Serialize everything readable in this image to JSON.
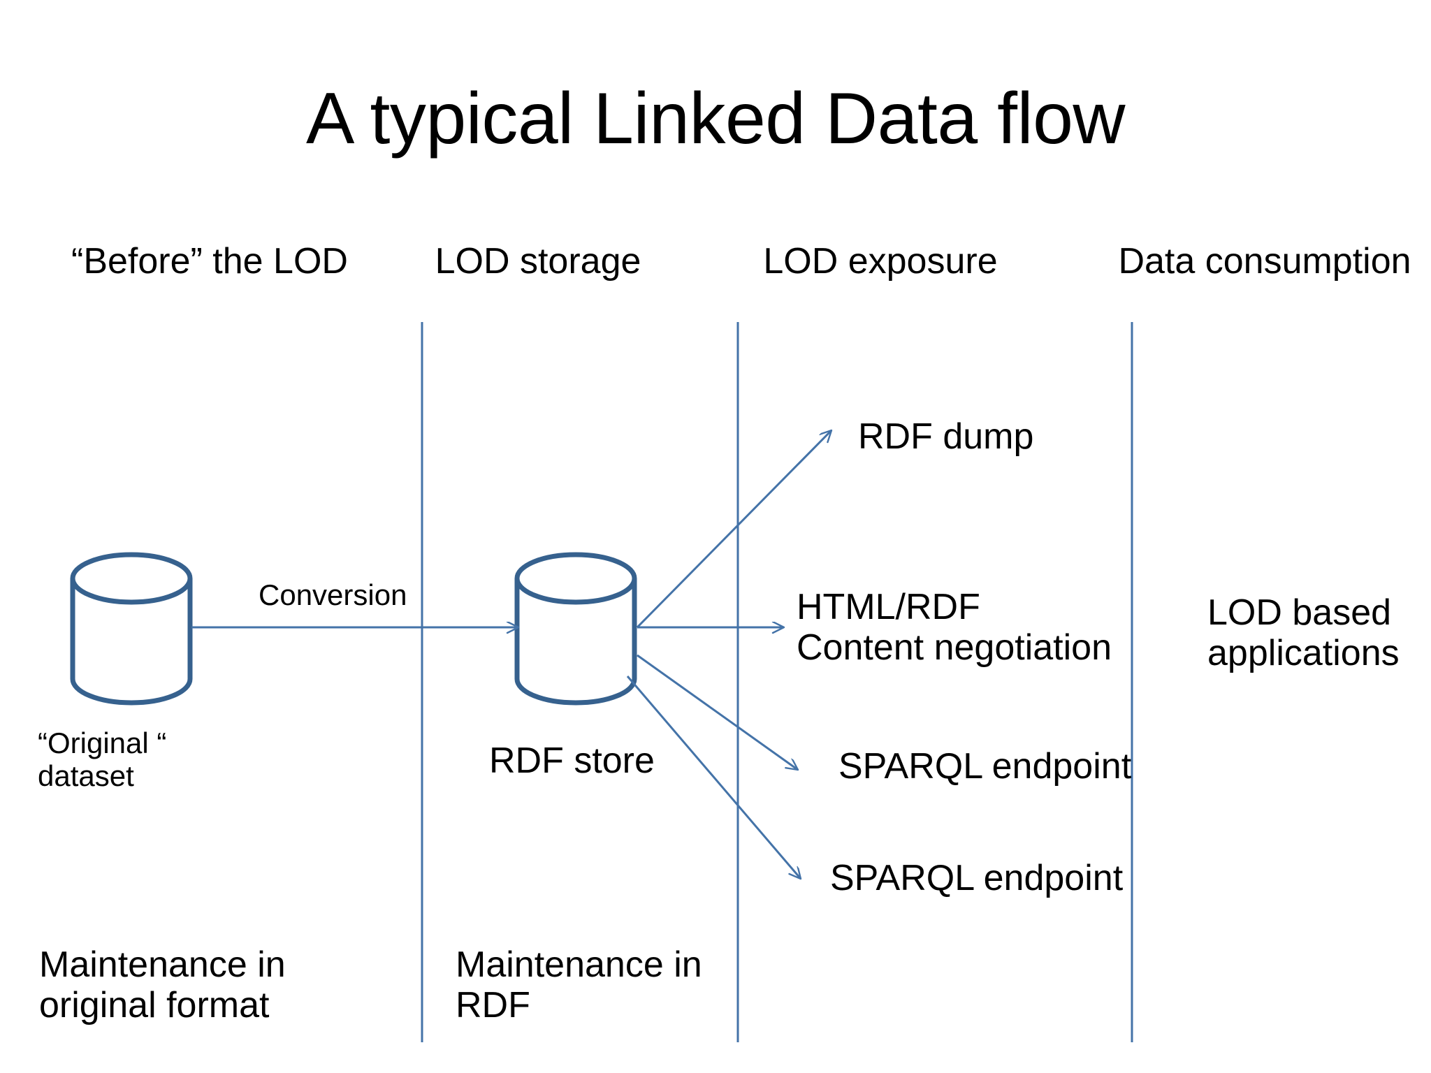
{
  "slide": {
    "title": "A typical Linked Data flow",
    "background_color": "#ffffff",
    "text_color": "#000000",
    "accent_color": "#4473a8",
    "shape_stroke_color": "#36618e"
  },
  "columns": [
    {
      "header": "“Before” the LOD"
    },
    {
      "header": "LOD storage"
    },
    {
      "header": "LOD exposure"
    },
    {
      "header": "Data consumption"
    }
  ],
  "nodes": {
    "original_dataset": {
      "icon": "database-cylinder-icon",
      "caption_line1": "“Original “",
      "caption_line2": "dataset"
    },
    "rdf_store": {
      "icon": "database-cylinder-icon",
      "caption": "RDF store"
    }
  },
  "edges": {
    "conversion": {
      "label": "Conversion"
    }
  },
  "outputs": [
    {
      "label": "RDF dump"
    },
    {
      "label_line1": "HTML/RDF",
      "label_line2": "Content negotiation"
    },
    {
      "label": "SPARQL endpoint"
    },
    {
      "label": "SPARQL endpoint"
    }
  ],
  "consumption": {
    "label_line1": "LOD based",
    "label_line2": "applications"
  },
  "footnotes": [
    {
      "line1": "Maintenance in",
      "line2": "original format"
    },
    {
      "line1": "Maintenance in",
      "line2": "RDF"
    }
  ]
}
